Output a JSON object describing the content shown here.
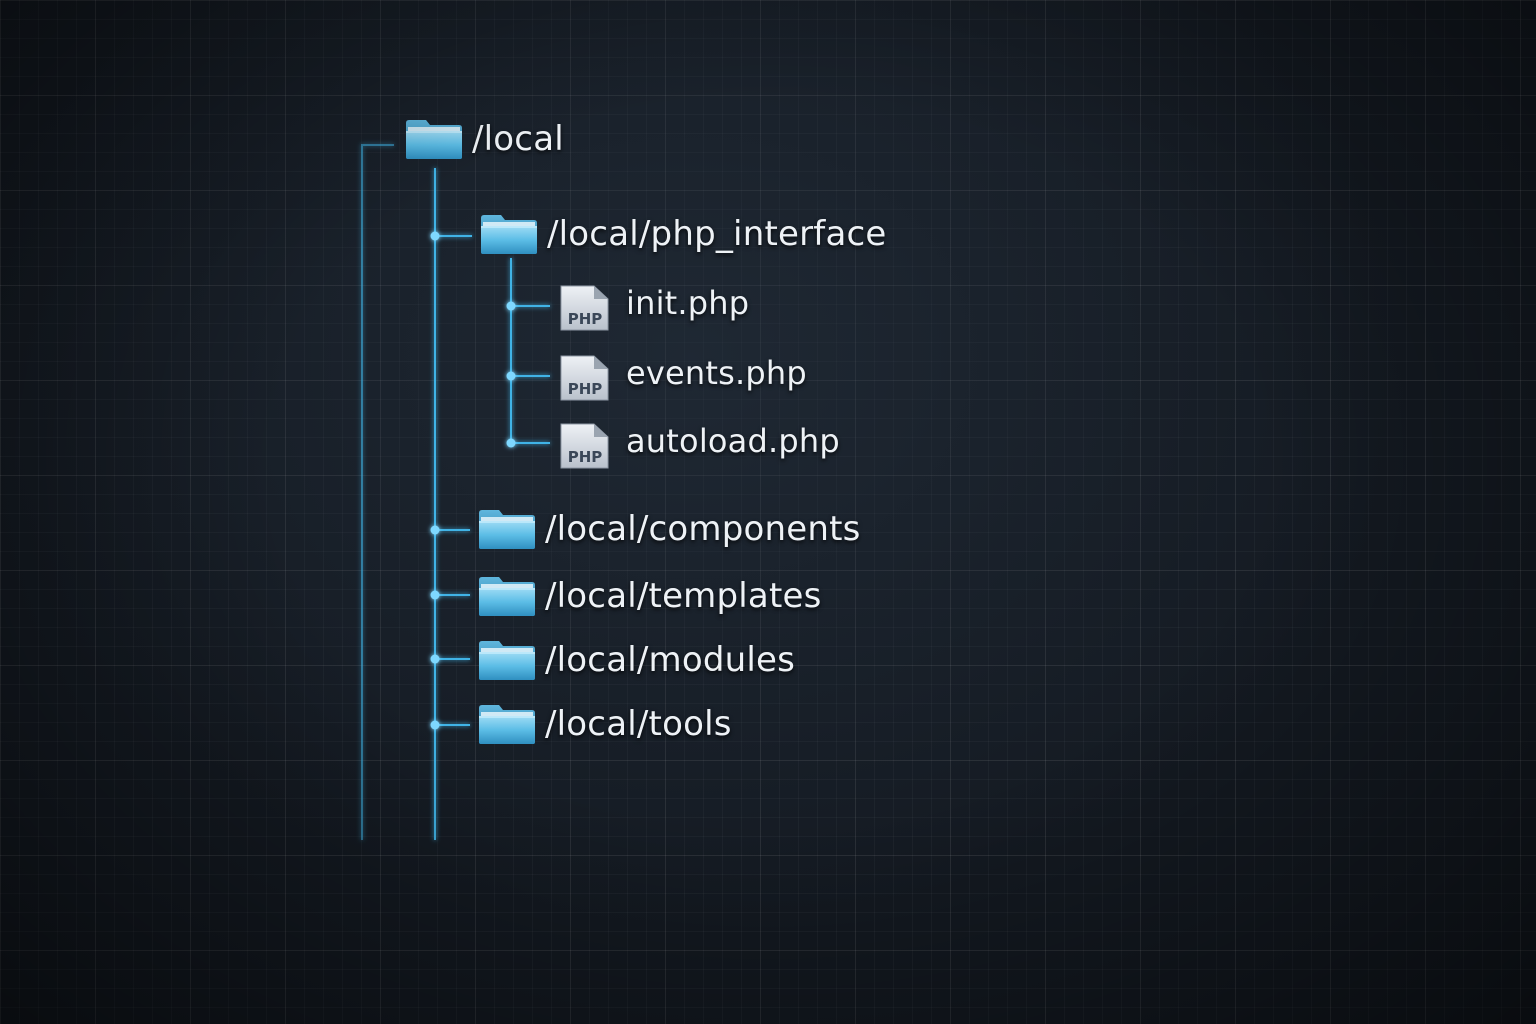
{
  "tree": {
    "root": {
      "label": "/local",
      "icon": "folder-icon"
    },
    "children": [
      {
        "label": "/local/php_interface",
        "icon": "folder-icon",
        "files": [
          {
            "label": "init.php",
            "icon": "php-file-icon",
            "badge": "PHP"
          },
          {
            "label": "events.php",
            "icon": "php-file-icon",
            "badge": "PHP"
          },
          {
            "label": "autoload.php",
            "icon": "php-file-icon",
            "badge": "PHP"
          }
        ]
      },
      {
        "label": "/local/components",
        "icon": "folder-icon"
      },
      {
        "label": "/local/templates",
        "icon": "folder-icon"
      },
      {
        "label": "/local/modules",
        "icon": "folder-icon"
      },
      {
        "label": "/local/tools",
        "icon": "folder-icon"
      }
    ]
  },
  "colors": {
    "connector": "#3fb3e6",
    "folder_light": "#8fd6f2",
    "folder_dark": "#2c8dbd",
    "file_page": "#d9dee5",
    "text": "#eef2f6"
  }
}
